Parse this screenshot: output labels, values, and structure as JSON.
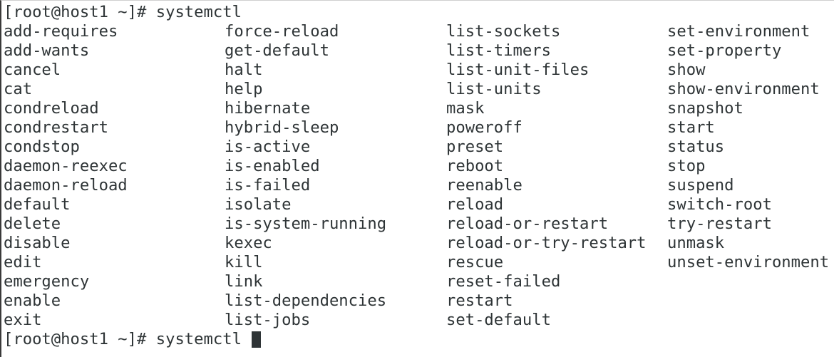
{
  "terminal": {
    "prompt": "[root@host1 ~]# ",
    "command_first": "systemctl",
    "command_current": "systemctl ",
    "cursor": "block",
    "colors": {
      "background": "#ffffff",
      "text": "#2e3436"
    },
    "completions": {
      "col1": [
        "add-requires",
        "add-wants",
        "cancel",
        "cat",
        "condreload",
        "condrestart",
        "condstop",
        "daemon-reexec",
        "daemon-reload",
        "default",
        "delete",
        "disable",
        "edit",
        "emergency",
        "enable",
        "exit"
      ],
      "col2": [
        "force-reload",
        "get-default",
        "halt",
        "help",
        "hibernate",
        "hybrid-sleep",
        "is-active",
        "is-enabled",
        "is-failed",
        "isolate",
        "is-system-running",
        "kexec",
        "kill",
        "link",
        "list-dependencies",
        "list-jobs"
      ],
      "col3": [
        "list-sockets",
        "list-timers",
        "list-unit-files",
        "list-units",
        "mask",
        "poweroff",
        "preset",
        "reboot",
        "reenable",
        "reload",
        "reload-or-restart",
        "reload-or-try-restart",
        "rescue",
        "reset-failed",
        "restart",
        "set-default"
      ],
      "col4": [
        "set-environment",
        "set-property",
        "show",
        "show-environment",
        "snapshot",
        "start",
        "status",
        "stop",
        "suspend",
        "switch-root",
        "try-restart",
        "unmask",
        "unset-environment"
      ]
    }
  }
}
